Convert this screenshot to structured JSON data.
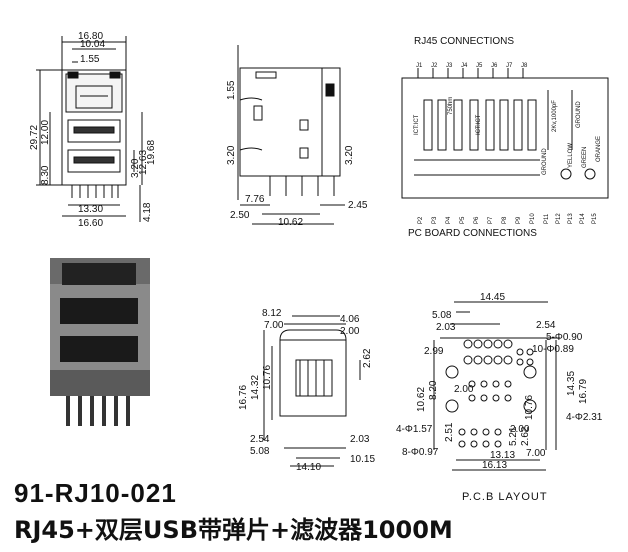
{
  "part_number": "91-RJ10-021",
  "description": "RJ45+双层USB带弹片+滤波器1000M",
  "pcb_layout_title": "P.C.B LAYOUT",
  "front_view": {
    "dims": [
      "16.80",
      "10.04",
      "1.55",
      "29.72",
      "12.00",
      "19.68",
      "12.63",
      "8.30",
      "3.20",
      "13.30",
      "16.60",
      "4.18"
    ]
  },
  "side_view": {
    "dims": [
      "1.55",
      "3.20",
      "3.20",
      "7.76",
      "2.50",
      "10.62",
      "2.45"
    ]
  },
  "schematic": {
    "title": "RJ45 CONNECTIONS",
    "bottom_title": "PC BOARD CONNECTIONS",
    "j_pins": [
      "J1",
      "J2",
      "J3",
      "J4",
      "J5",
      "J6",
      "J7",
      "J8"
    ],
    "p_pins": [
      "P2",
      "P3",
      "P4",
      "P5",
      "P6",
      "P7",
      "P8",
      "P9",
      "P10",
      "P11",
      "P12",
      "P13",
      "P14",
      "P15"
    ],
    "labels": [
      "ICT:ICT",
      "ICT:ICT",
      "750hm",
      "2Kv,1000pF",
      "GROUND",
      "GROUND",
      "YELLOW",
      "GREEN",
      "ORANGE"
    ]
  },
  "bottom_view": {
    "dims": [
      "8.12",
      "7.00",
      "4.06",
      "2.00",
      "2.62",
      "16.76",
      "14.32",
      "10.76",
      "2.54",
      "5.08",
      "2.03",
      "10.15",
      "14.10"
    ]
  },
  "pcb_layout": {
    "dims": [
      "14.45",
      "5.08",
      "2.03",
      "2.54",
      "5-Φ0.90",
      "10-Φ0.89",
      "2.99",
      "10.62",
      "8.20",
      "2.00",
      "14.35",
      "16.79",
      "10.76",
      "4-Φ1.57",
      "4-Φ2.31",
      "2.51",
      "2.00",
      "2.62",
      "5.21",
      "8-Φ0.97",
      "13.13",
      "7.00",
      "16.13"
    ]
  }
}
